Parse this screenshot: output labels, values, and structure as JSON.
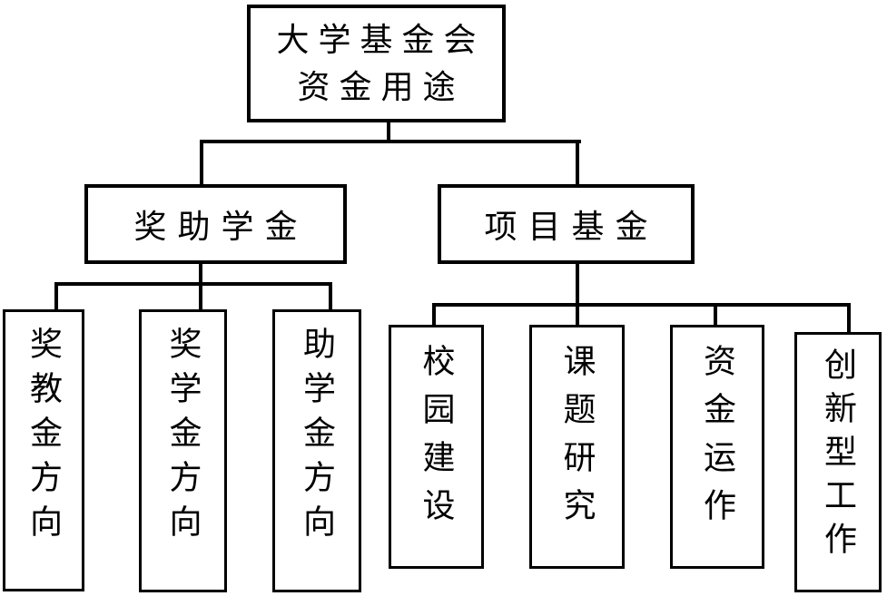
{
  "diagram": {
    "type": "org-tree",
    "colors": {
      "background": "#ffffff",
      "line": "#000000",
      "text": "#000000",
      "box_fill": "#ffffff"
    },
    "root": {
      "line1": "大学基金会",
      "line2": "资金用途"
    },
    "branches": [
      {
        "label": "奖助学金",
        "children": [
          "奖教金方向",
          "奖学金方向",
          "助学金方向"
        ]
      },
      {
        "label": "项目基金",
        "children": [
          "校园建设",
          "课题研究",
          "资金运作",
          "创新型工作"
        ]
      }
    ]
  }
}
